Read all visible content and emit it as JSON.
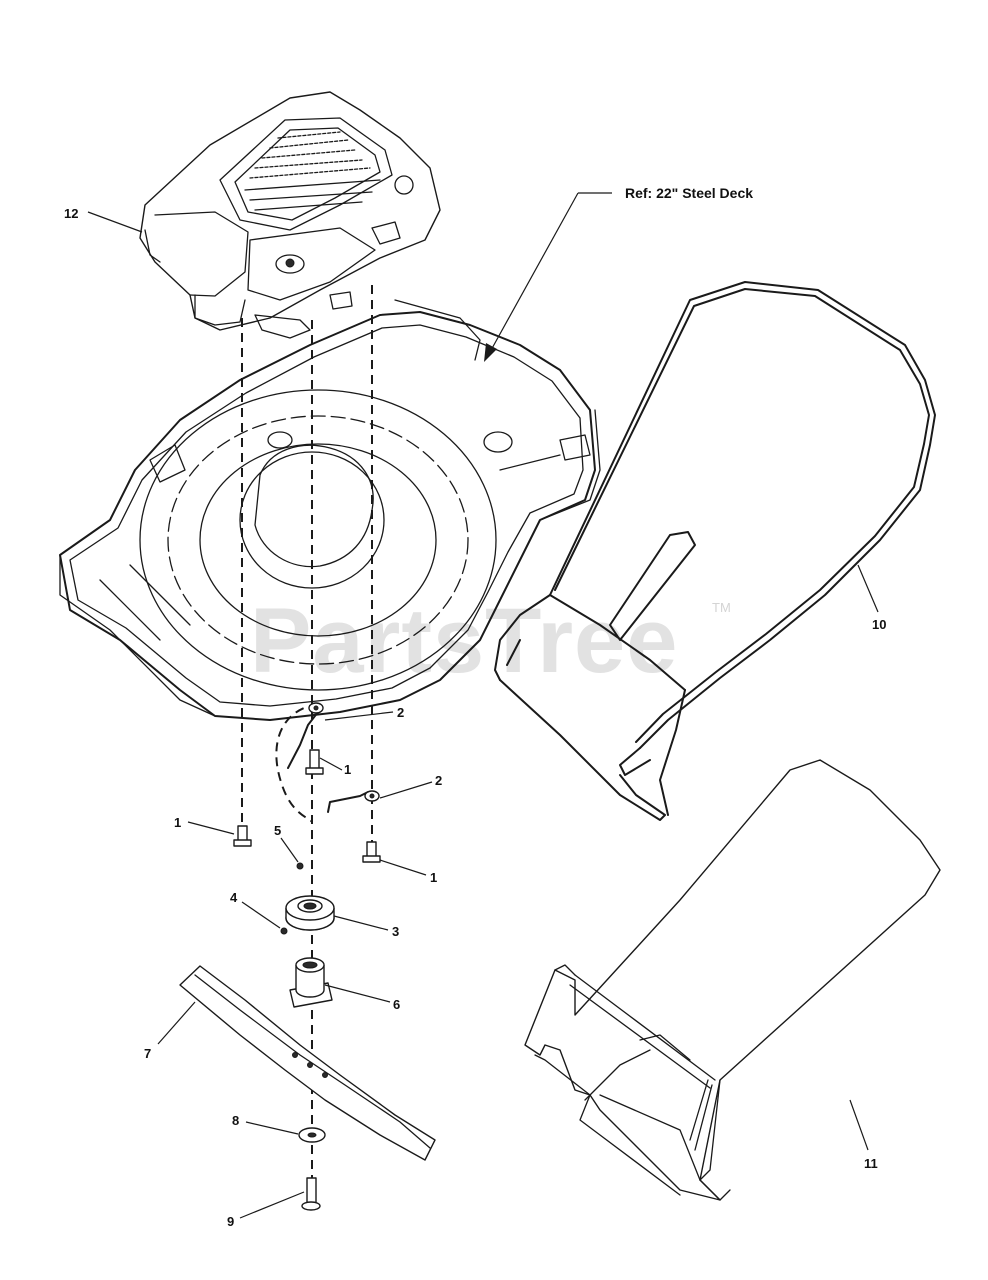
{
  "watermark": {
    "brand": "PartsTree",
    "trademark": "TM"
  },
  "reference_label": "Ref: 22\" Steel Deck",
  "callouts": [
    {
      "id": "12",
      "part": "engine"
    },
    {
      "id": "10",
      "part": "bag-frame"
    },
    {
      "id": "2",
      "part": "bracket-upper"
    },
    {
      "id": "1",
      "part": "bolt-center"
    },
    {
      "id": "2",
      "part": "bracket-lower"
    },
    {
      "id": "1",
      "part": "bolt-left"
    },
    {
      "id": "5",
      "part": "key"
    },
    {
      "id": "1",
      "part": "bolt-right"
    },
    {
      "id": "4",
      "part": "small-key"
    },
    {
      "id": "3",
      "part": "blade-adapter"
    },
    {
      "id": "6",
      "part": "blade-hub"
    },
    {
      "id": "7",
      "part": "blade"
    },
    {
      "id": "8",
      "part": "washer"
    },
    {
      "id": "9",
      "part": "blade-bolt"
    },
    {
      "id": "11",
      "part": "grass-bag"
    }
  ],
  "colors": {
    "ink": "#1a1a1a",
    "watermark": "#e2e2e2",
    "background": "#ffffff"
  }
}
